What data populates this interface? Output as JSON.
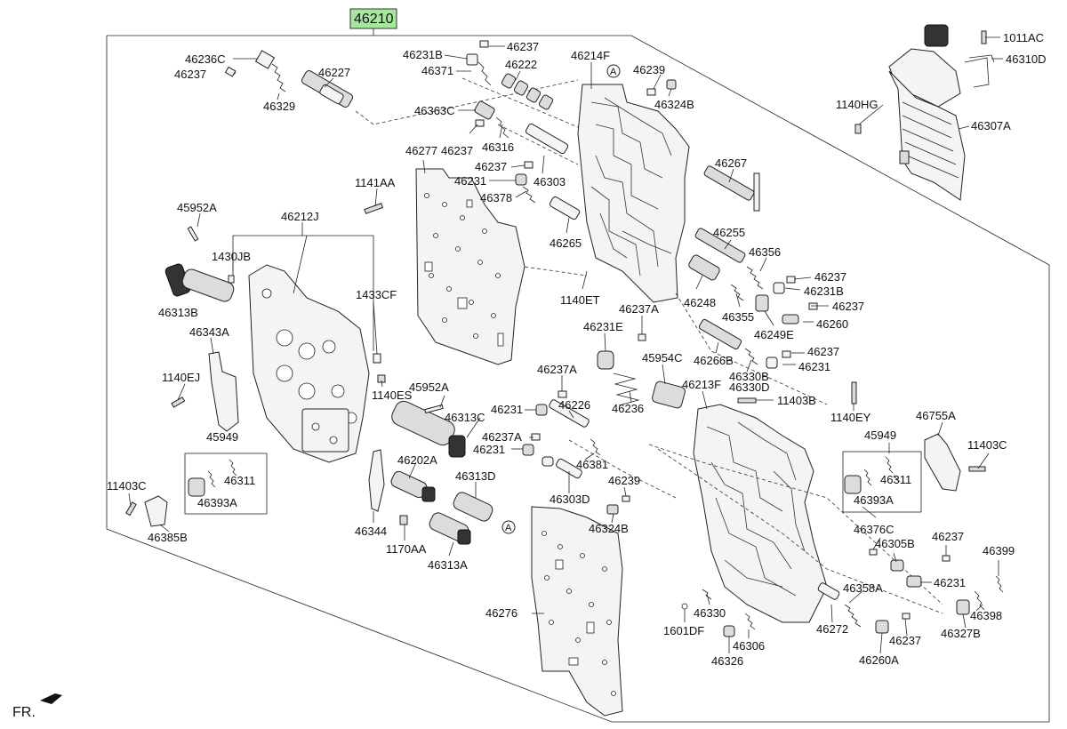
{
  "header": {
    "assembly_label": "46210",
    "highlight_color": "#a8e6a0"
  },
  "labels": {
    "l46236C": "46236C",
    "l46237_a": "46237",
    "l46329": "46329",
    "l46227": "46227",
    "l46231B_a": "46231B",
    "l46237_b": "46237",
    "l46371": "46371",
    "l46222": "46222",
    "l46214F": "46214F",
    "l46239_a": "46239",
    "l46324B_a": "46324B",
    "l46363C": "46363C",
    "l46237_c": "46237",
    "l46316": "46316",
    "l46237_d": "46237",
    "l46231_a": "46231",
    "l46303": "46303",
    "l46378": "46378",
    "l46267": "46267",
    "l46265": "46265",
    "l46277": "46277",
    "l1141AA": "1141AA",
    "l45952A_a": "45952A",
    "l46212J": "46212J",
    "l1430JB": "1430JB",
    "l46313B": "46313B",
    "l1433CF": "1433CF",
    "l46343A": "46343A",
    "l1140EJ": "1140EJ",
    "l1140ES": "1140ES",
    "l45949_a": "45949",
    "l46311_a": "46311",
    "l46393A_a": "46393A",
    "l11403C_a": "11403C",
    "l46385B": "46385B",
    "l1140ET": "1140ET",
    "l46255": "46255",
    "l46356": "46356",
    "l46237_e": "46237",
    "l46231B_b": "46231B",
    "l46248": "46248",
    "l46355": "46355",
    "l46237_f": "46237",
    "l46260_a": "46260",
    "l46249E": "46249E",
    "l46237A_a": "46237A",
    "l46231E": "46231E",
    "l46266B": "46266B",
    "l46237_g": "46237",
    "l46231_b": "46231",
    "l46330B": "46330B",
    "l46330D": "46330D",
    "l45954C": "45954C",
    "l46236": "46236",
    "l46213F": "46213F",
    "l11403B": "11403B",
    "l1140EY": "1140EY",
    "l46237A_b": "46237A",
    "l46231_c": "46231",
    "l46226": "46226",
    "l45952A_b": "45952A",
    "l46313C": "46313C",
    "l46237A_c": "46237A",
    "l46231_d": "46231",
    "l46381": "46381",
    "l46202A": "46202A",
    "l46313D": "46313D",
    "l46303D": "46303D",
    "l46239_b": "46239",
    "l46324B_b": "46324B",
    "l46344": "46344",
    "l1170AA": "1170AA",
    "l46313A": "46313A",
    "l46276": "46276",
    "l46755A": "46755A",
    "l11403C_b": "11403C",
    "l45949_b": "45949",
    "l46311_b": "46311",
    "l46393A_b": "46393A",
    "l46376C": "46376C",
    "l46305B": "46305B",
    "l46237_h": "46237",
    "l46399": "46399",
    "l46231_e": "46231",
    "l46358A": "46358A",
    "l46330": "46330",
    "l46398": "46398",
    "l1601DF": "1601DF",
    "l46272": "46272",
    "l46237_i": "46237",
    "l46327B": "46327B",
    "l46306": "46306",
    "l46326": "46326",
    "l46260A": "46260A",
    "l1011AC": "1011AC",
    "l46310D": "46310D",
    "l1140HG": "1140HG",
    "l46307A": "46307A",
    "circleA_1": "A",
    "circleA_2": "A",
    "fr": "FR."
  }
}
